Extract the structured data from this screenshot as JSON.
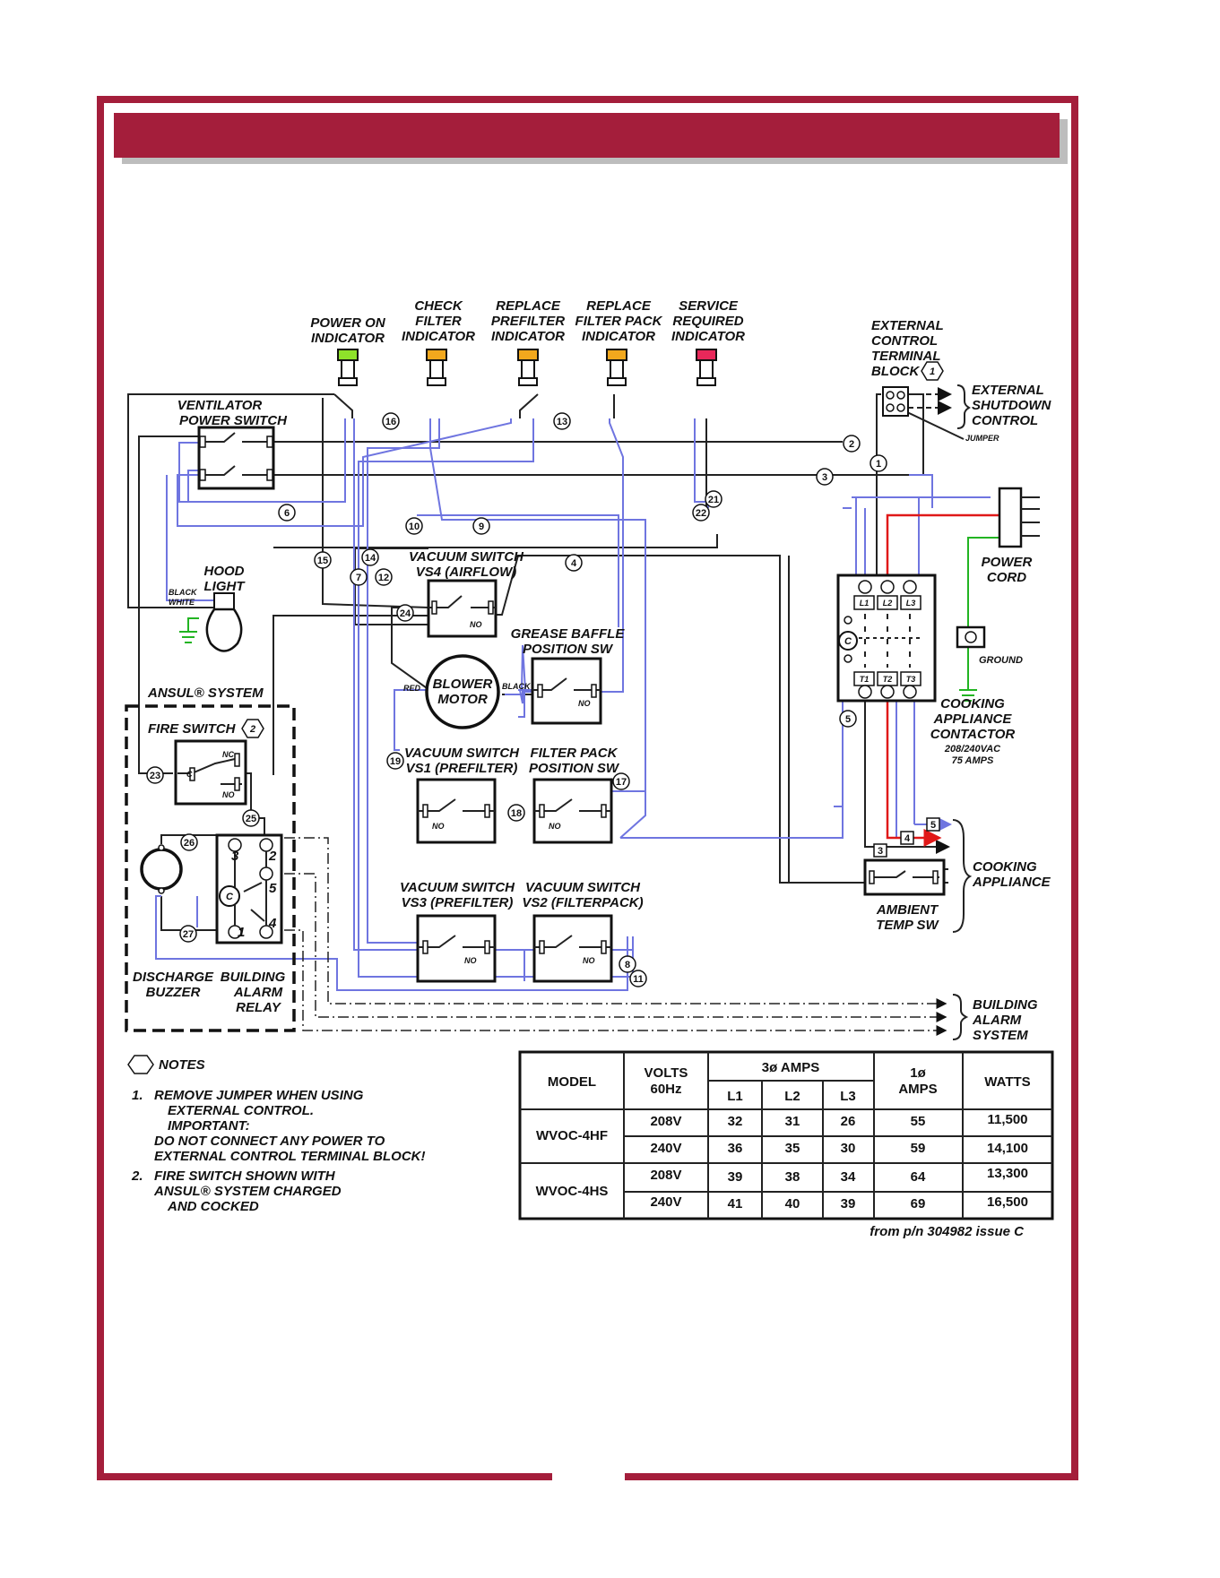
{
  "colors": {
    "frame": "#a41e3b",
    "title_bar": "#a41e3b",
    "wire_blue": "#6f75e0",
    "wire_red": "#e01818",
    "wire_green": "#22b422",
    "lamp_green": "#8ee22a",
    "lamp_amber": "#f2a81d",
    "lamp_red": "#e8285a"
  },
  "indicators": {
    "power_on": [
      "POWER ON",
      "INDICATOR"
    ],
    "check_filter": [
      "CHECK",
      "FILTER",
      "INDICATOR"
    ],
    "replace_prefilter": [
      "REPLACE",
      "PREFILTER",
      "INDICATOR"
    ],
    "replace_filter_pack": [
      "REPLACE",
      "FILTER PACK",
      "INDICATOR"
    ],
    "service_required": [
      "SERVICE",
      "REQUIRED",
      "INDICATOR"
    ]
  },
  "external": {
    "terminal_block": [
      "EXTERNAL",
      "CONTROL",
      "TERMINAL",
      "BLOCK"
    ],
    "terminal_block_note": "1",
    "shutdown": [
      "EXTERNAL",
      "SHUTDOWN",
      "CONTROL"
    ],
    "jumper": "JUMPER"
  },
  "components": {
    "vent_switch": [
      "VENTILATOR",
      "POWER SWITCH"
    ],
    "hood_light": [
      "HOOD",
      "LIGHT"
    ],
    "wire_black": "BLACK",
    "wire_white": "WHITE",
    "wire_red": "RED",
    "vs4": [
      "VACUUM SWITCH",
      "VS4 (AIRFLOW)"
    ],
    "blower": [
      "BLOWER",
      "MOTOR"
    ],
    "grease": [
      "GREASE BAFFLE",
      "POSITION SW"
    ],
    "vs1": [
      "VACUUM SWITCH",
      "VS1 (PREFILTER)"
    ],
    "filter_pack_sw": [
      "FILTER PACK",
      "POSITION SW"
    ],
    "vs3": [
      "VACUUM SWITCH",
      "VS3 (PREFILTER)"
    ],
    "vs2": [
      "VACUUM SWITCH",
      "VS2 (FILTERPACK)"
    ],
    "no": "NO",
    "nc": "NC",
    "c": "C",
    "power_cord": [
      "POWER",
      "CORD"
    ],
    "ground": "GROUND",
    "contactor": [
      "COOKING",
      "APPLIANCE",
      "CONTACTOR"
    ],
    "contactor_rating": [
      "208/240VAC",
      "75 AMPS"
    ],
    "contactor_terms": [
      "L1",
      "L2",
      "L3",
      "T1",
      "T2",
      "T3"
    ],
    "cooking_appliance": [
      "COOKING",
      "APPLIANCE"
    ],
    "ambient": [
      "AMBIENT",
      "TEMP SW"
    ],
    "ansul": "ANSUL® SYSTEM",
    "fire_switch": "FIRE SWITCH",
    "fire_switch_note": "2",
    "relay_terms": [
      "3",
      "2",
      "5",
      "1",
      "4"
    ],
    "discharge": [
      "DISCHARGE",
      "BUZZER"
    ],
    "bldg_relay": [
      "BUILDING",
      "ALARM",
      "RELAY"
    ],
    "bldg_system": [
      "BUILDING",
      "ALARM",
      "SYSTEM"
    ]
  },
  "wire_numbers": [
    "1",
    "2",
    "3",
    "4",
    "5",
    "6",
    "7",
    "8",
    "9",
    "10",
    "11",
    "12",
    "13",
    "14",
    "15",
    "16",
    "17",
    "18",
    "19",
    "21",
    "22",
    "23",
    "24",
    "25",
    "26",
    "27"
  ],
  "notes": {
    "title": "NOTES",
    "n1": [
      "1.",
      "REMOVE JUMPER WHEN  USING",
      "EXTERNAL CONTROL.",
      "IMPORTANT:",
      "DO NOT CONNECT ANY POWER TO",
      "EXTERNAL CONTROL TERMINAL BLOCK!"
    ],
    "n2": [
      "2.",
      "FIRE SWITCH SHOWN WITH",
      "ANSUL® SYSTEM CHARGED",
      "AND COCKED"
    ]
  },
  "table": {
    "headers": {
      "model": "MODEL",
      "volts": [
        "VOLTS",
        "60Hz"
      ],
      "three_phase": "3ø AMPS",
      "l1": "L1",
      "l2": "L2",
      "l3": "L3",
      "single_phase": [
        "1ø",
        "AMPS"
      ],
      "watts": "WATTS"
    },
    "models": [
      "WVOC-4HF",
      "WVOC-4HS"
    ],
    "rows": [
      {
        "volts": "208V",
        "l1": "32",
        "l2": "31",
        "l3": "26",
        "amps1": "55",
        "watts": "11,500"
      },
      {
        "volts": "240V",
        "l1": "36",
        "l2": "35",
        "l3": "30",
        "amps1": "59",
        "watts": "14,100"
      },
      {
        "volts": "208V",
        "l1": "39",
        "l2": "38",
        "l3": "34",
        "amps1": "64",
        "watts": "13,300"
      },
      {
        "volts": "240V",
        "l1": "41",
        "l2": "40",
        "l3": "39",
        "amps1": "69",
        "watts": "16,500"
      }
    ],
    "source": "from p/n 304982 issue C"
  }
}
